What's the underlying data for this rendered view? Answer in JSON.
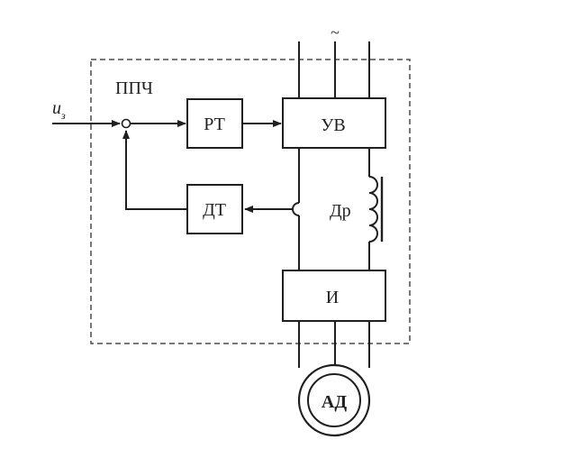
{
  "diagram": {
    "frame_label": "ППЧ",
    "input_label": "u",
    "input_subscript": "з",
    "supply_symbol": "~",
    "blocks": {
      "regulator": "РТ",
      "rectifier": "УВ",
      "current_sensor": "ДТ",
      "inverter": "И",
      "motor": "АД"
    },
    "choke_label": "Др"
  },
  "colors": {
    "line": "#1f1f1f",
    "frame": "#4a4a4a",
    "background": "#ffffff"
  }
}
